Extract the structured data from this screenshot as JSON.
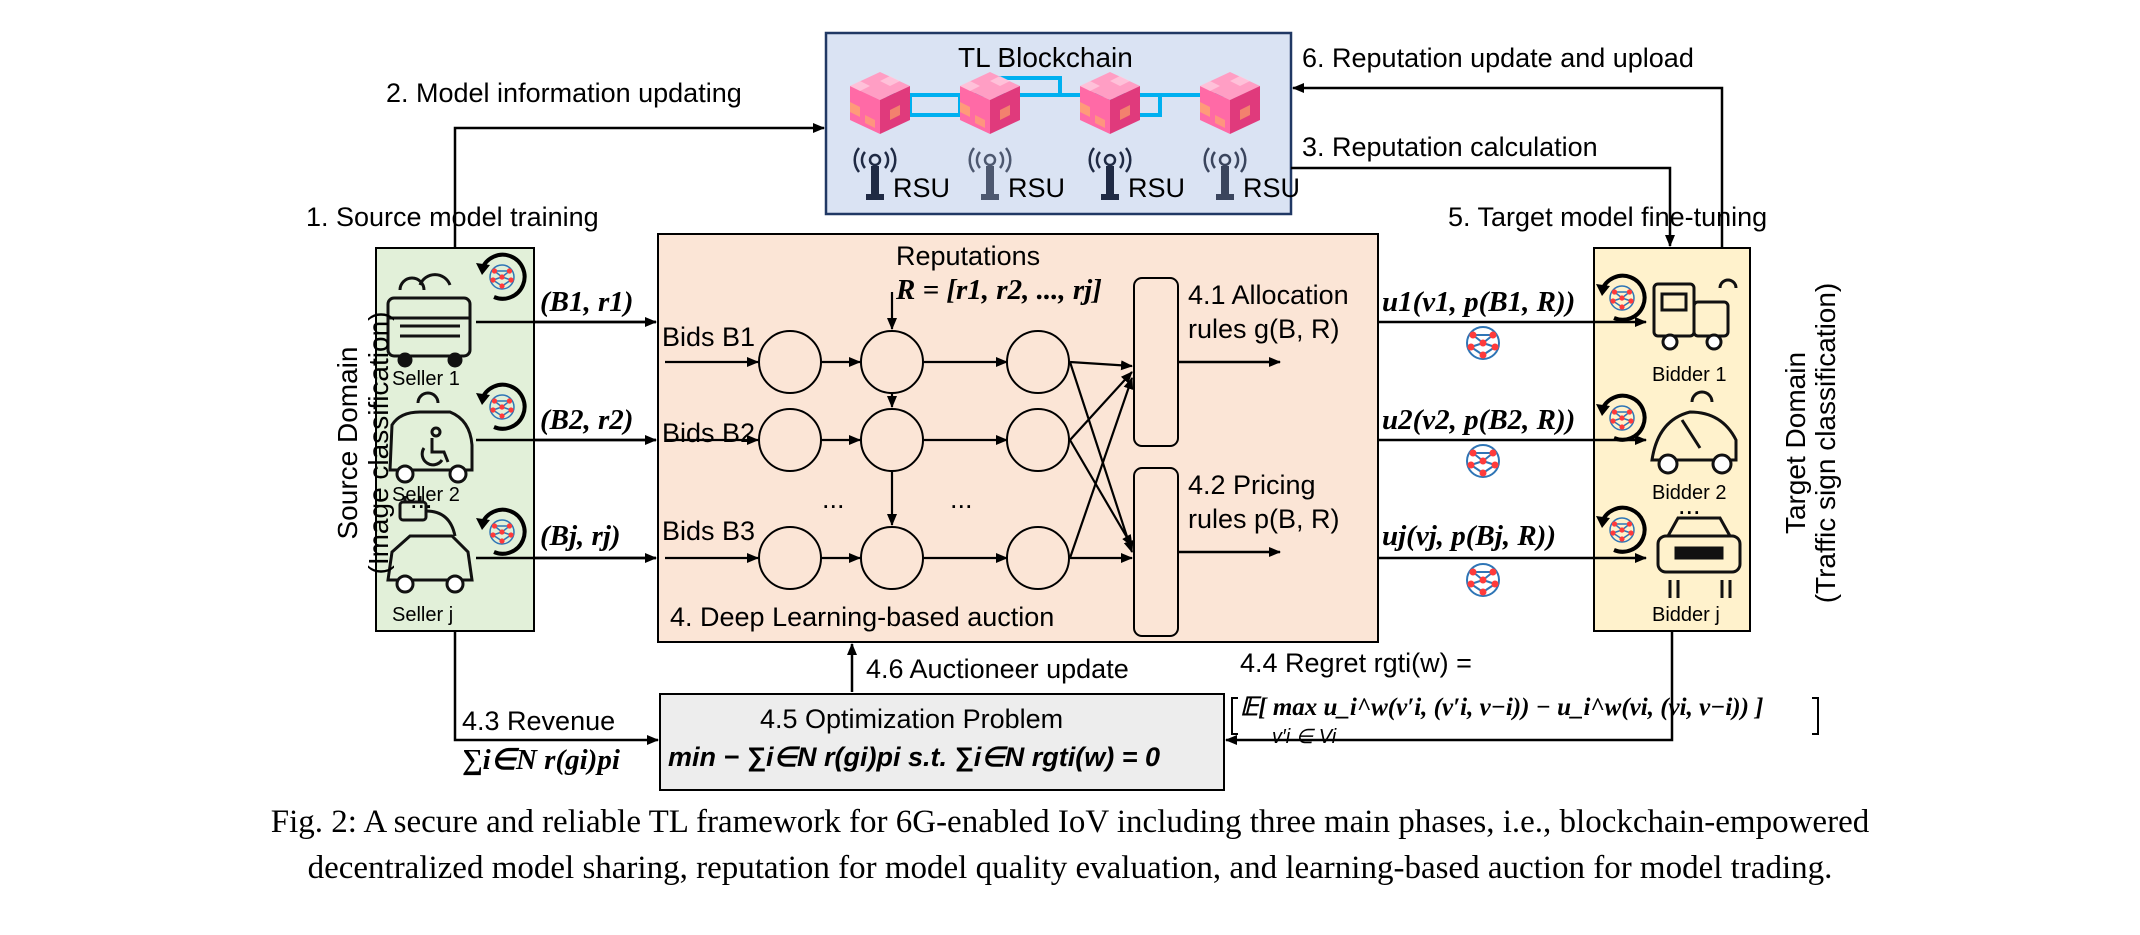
{
  "blockchain": {
    "title": "TL Blockchain",
    "rsu_label": "RSU"
  },
  "steps": {
    "s1": "1. Source model training",
    "s2": "2. Model information updating",
    "s3": "3. Reputation calculation",
    "s4": "4. Deep Learning-based auction",
    "s5": "5. Target model fine-tuning",
    "s6": "6. Reputation update and upload",
    "s41_a": "4.1 Allocation",
    "s41_b": "rules g(B, R)",
    "s42_a": "4.2 Pricing",
    "s42_b": "rules p(B, R)",
    "s43": "4.3 Revenue",
    "s43_formula": "∑i∈N r(gi)pi",
    "s44_a": "4.4 Regret rgti(w) =",
    "s44_b": "𝔼[ max u_i^w(v′i, (v′i, v−i)) − u_i^w(vi, (vi, v−i)) ]",
    "s44_sub": "v′i ∈ Vi",
    "s45_title": "4.5 Optimization Problem",
    "s45_formula": "min − ∑i∈N r(gi)pi  s.t.  ∑i∈N rgti(w) = 0",
    "s46": "4.6 Auctioneer update"
  },
  "source_domain": {
    "title": "Source Domain",
    "subtitle": "(Image classification)",
    "sellers": [
      "Seller 1",
      "Seller 2",
      "Seller j"
    ],
    "dots": "..."
  },
  "target_domain": {
    "title": "Target Domain",
    "subtitle": "(Traffic sign classification)",
    "bidders": [
      "Bidder 1",
      "Bidder 2",
      "Bidder j"
    ],
    "dots": "..."
  },
  "bids": {
    "pairs": [
      "(B1, r1)",
      "(B2, r2)",
      "(Bj, rj)"
    ],
    "labels": [
      "Bids B1",
      "Bids B2",
      "Bids B3"
    ]
  },
  "reputations": {
    "title": "Reputations",
    "formula": "R = [r1, r2, ..., rj]"
  },
  "utilities": [
    "u1(v1, p(B1, R))",
    "u2(v2, p(B2, R))",
    "uj(vj, p(Bj, R))"
  ],
  "network": {
    "dots": "..."
  },
  "caption": {
    "line1": "Fig. 2: A secure and reliable TL framework for 6G-enabled IoV including three main phases, i.e., blockchain-empowered",
    "line2": "decentralized model sharing, reputation for model quality evaluation, and learning-based auction for model trading."
  },
  "colors": {
    "blockchain_bg": "#dae3f3",
    "blockchain_border": "#203864",
    "source_bg": "#e2f0d9",
    "target_bg": "#fff2cc",
    "auction_bg": "#fbe5d6",
    "opt_bg": "#ededed",
    "chain_link": "#00b0f0",
    "cube": "#ff5b9a",
    "network_icon": "#2e75b6",
    "network_node": "#ff3b3b"
  }
}
